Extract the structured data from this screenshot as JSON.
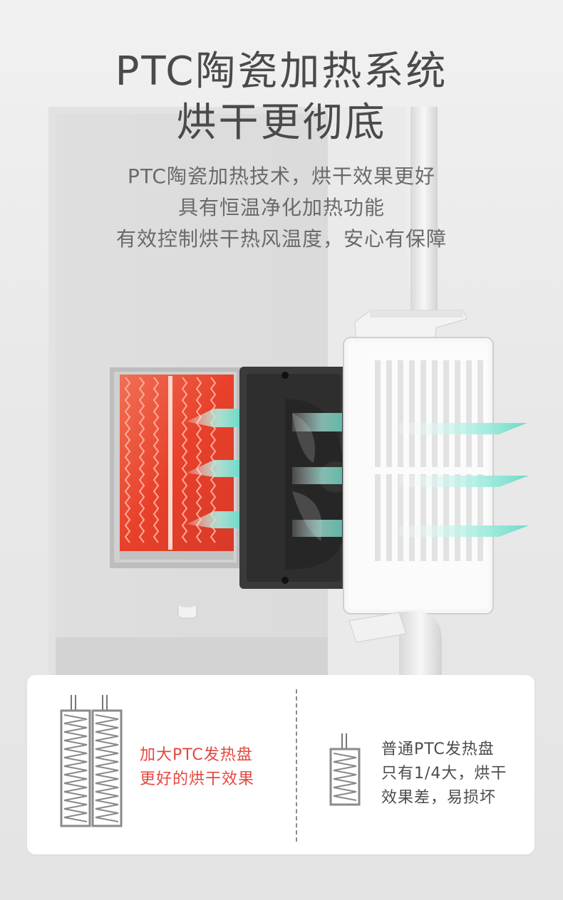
{
  "heading": {
    "line1": "PTC陶瓷加热系统",
    "line2": "烘干更彻底"
  },
  "description": {
    "line1": "PTC陶瓷加热技术，烘干效果更好",
    "line2": "具有恒温净化加热功能",
    "line3": "有效控制烘干热风温度，安心有保障"
  },
  "comparison": {
    "large": {
      "line1": "加大PTC发热盘",
      "line2": "更好的烘干效果",
      "icon": "large-ptc-heater-icon"
    },
    "normal": {
      "line1": "普通PTC发热盘",
      "line2": "只有1/4大，烘干",
      "line3": "效果差，易损坏",
      "icon": "small-ptc-heater-icon"
    }
  },
  "colors": {
    "heading": "#4a4a4a",
    "highlight": "#e5473f",
    "airflow": "#8fe3d6"
  }
}
